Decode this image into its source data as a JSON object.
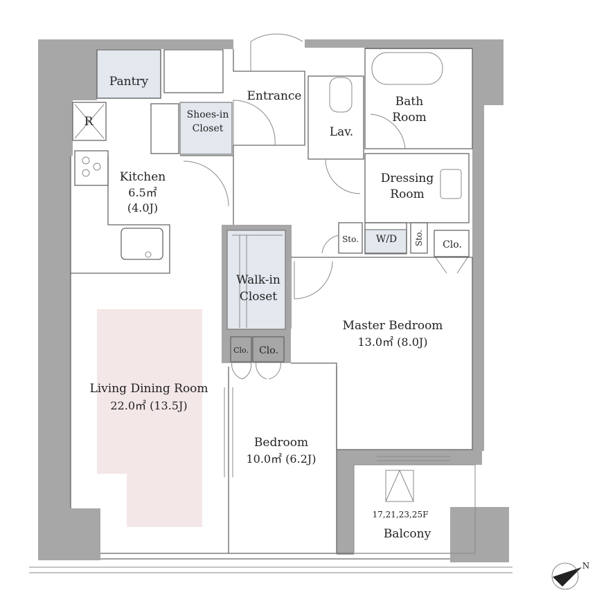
{
  "rooms": {
    "pantry": "Pantry",
    "refrigerator": "R",
    "entrance": "Entrance",
    "shoes_in_closet": [
      "Shoes-in",
      "Closet"
    ],
    "kitchen": [
      "Kitchen",
      "6.5㎡",
      "(4.0J)"
    ],
    "lavatory": "Lav.",
    "bath_room": [
      "Bath",
      "Room"
    ],
    "dressing_room": [
      "Dressing",
      "Room"
    ],
    "storage_a": "Sto.",
    "washer_dryer": "W/D",
    "storage_b": "Sto.",
    "closet_master": "Clo.",
    "walk_in_closet": [
      "Walk-in",
      "Closet"
    ],
    "master_bedroom": [
      "Master Bedroom",
      "13.0㎡  (8.0J)"
    ],
    "closet_small": "Clo.",
    "closet_bedroom": "Clo.",
    "living_dining": [
      "Living Dining Room",
      "22.0㎡  (13.5J)"
    ],
    "bedroom": [
      "Bedroom",
      "10.0㎡  (6.2J)"
    ],
    "floors_note": "17,21,23,25F",
    "balcony": "Balcony"
  },
  "compass": {
    "label": "N"
  },
  "colors": {
    "wall": "#a7a7a7",
    "storage_fill": "#e3e8ee",
    "living_highlight": "#f4e7e7"
  }
}
